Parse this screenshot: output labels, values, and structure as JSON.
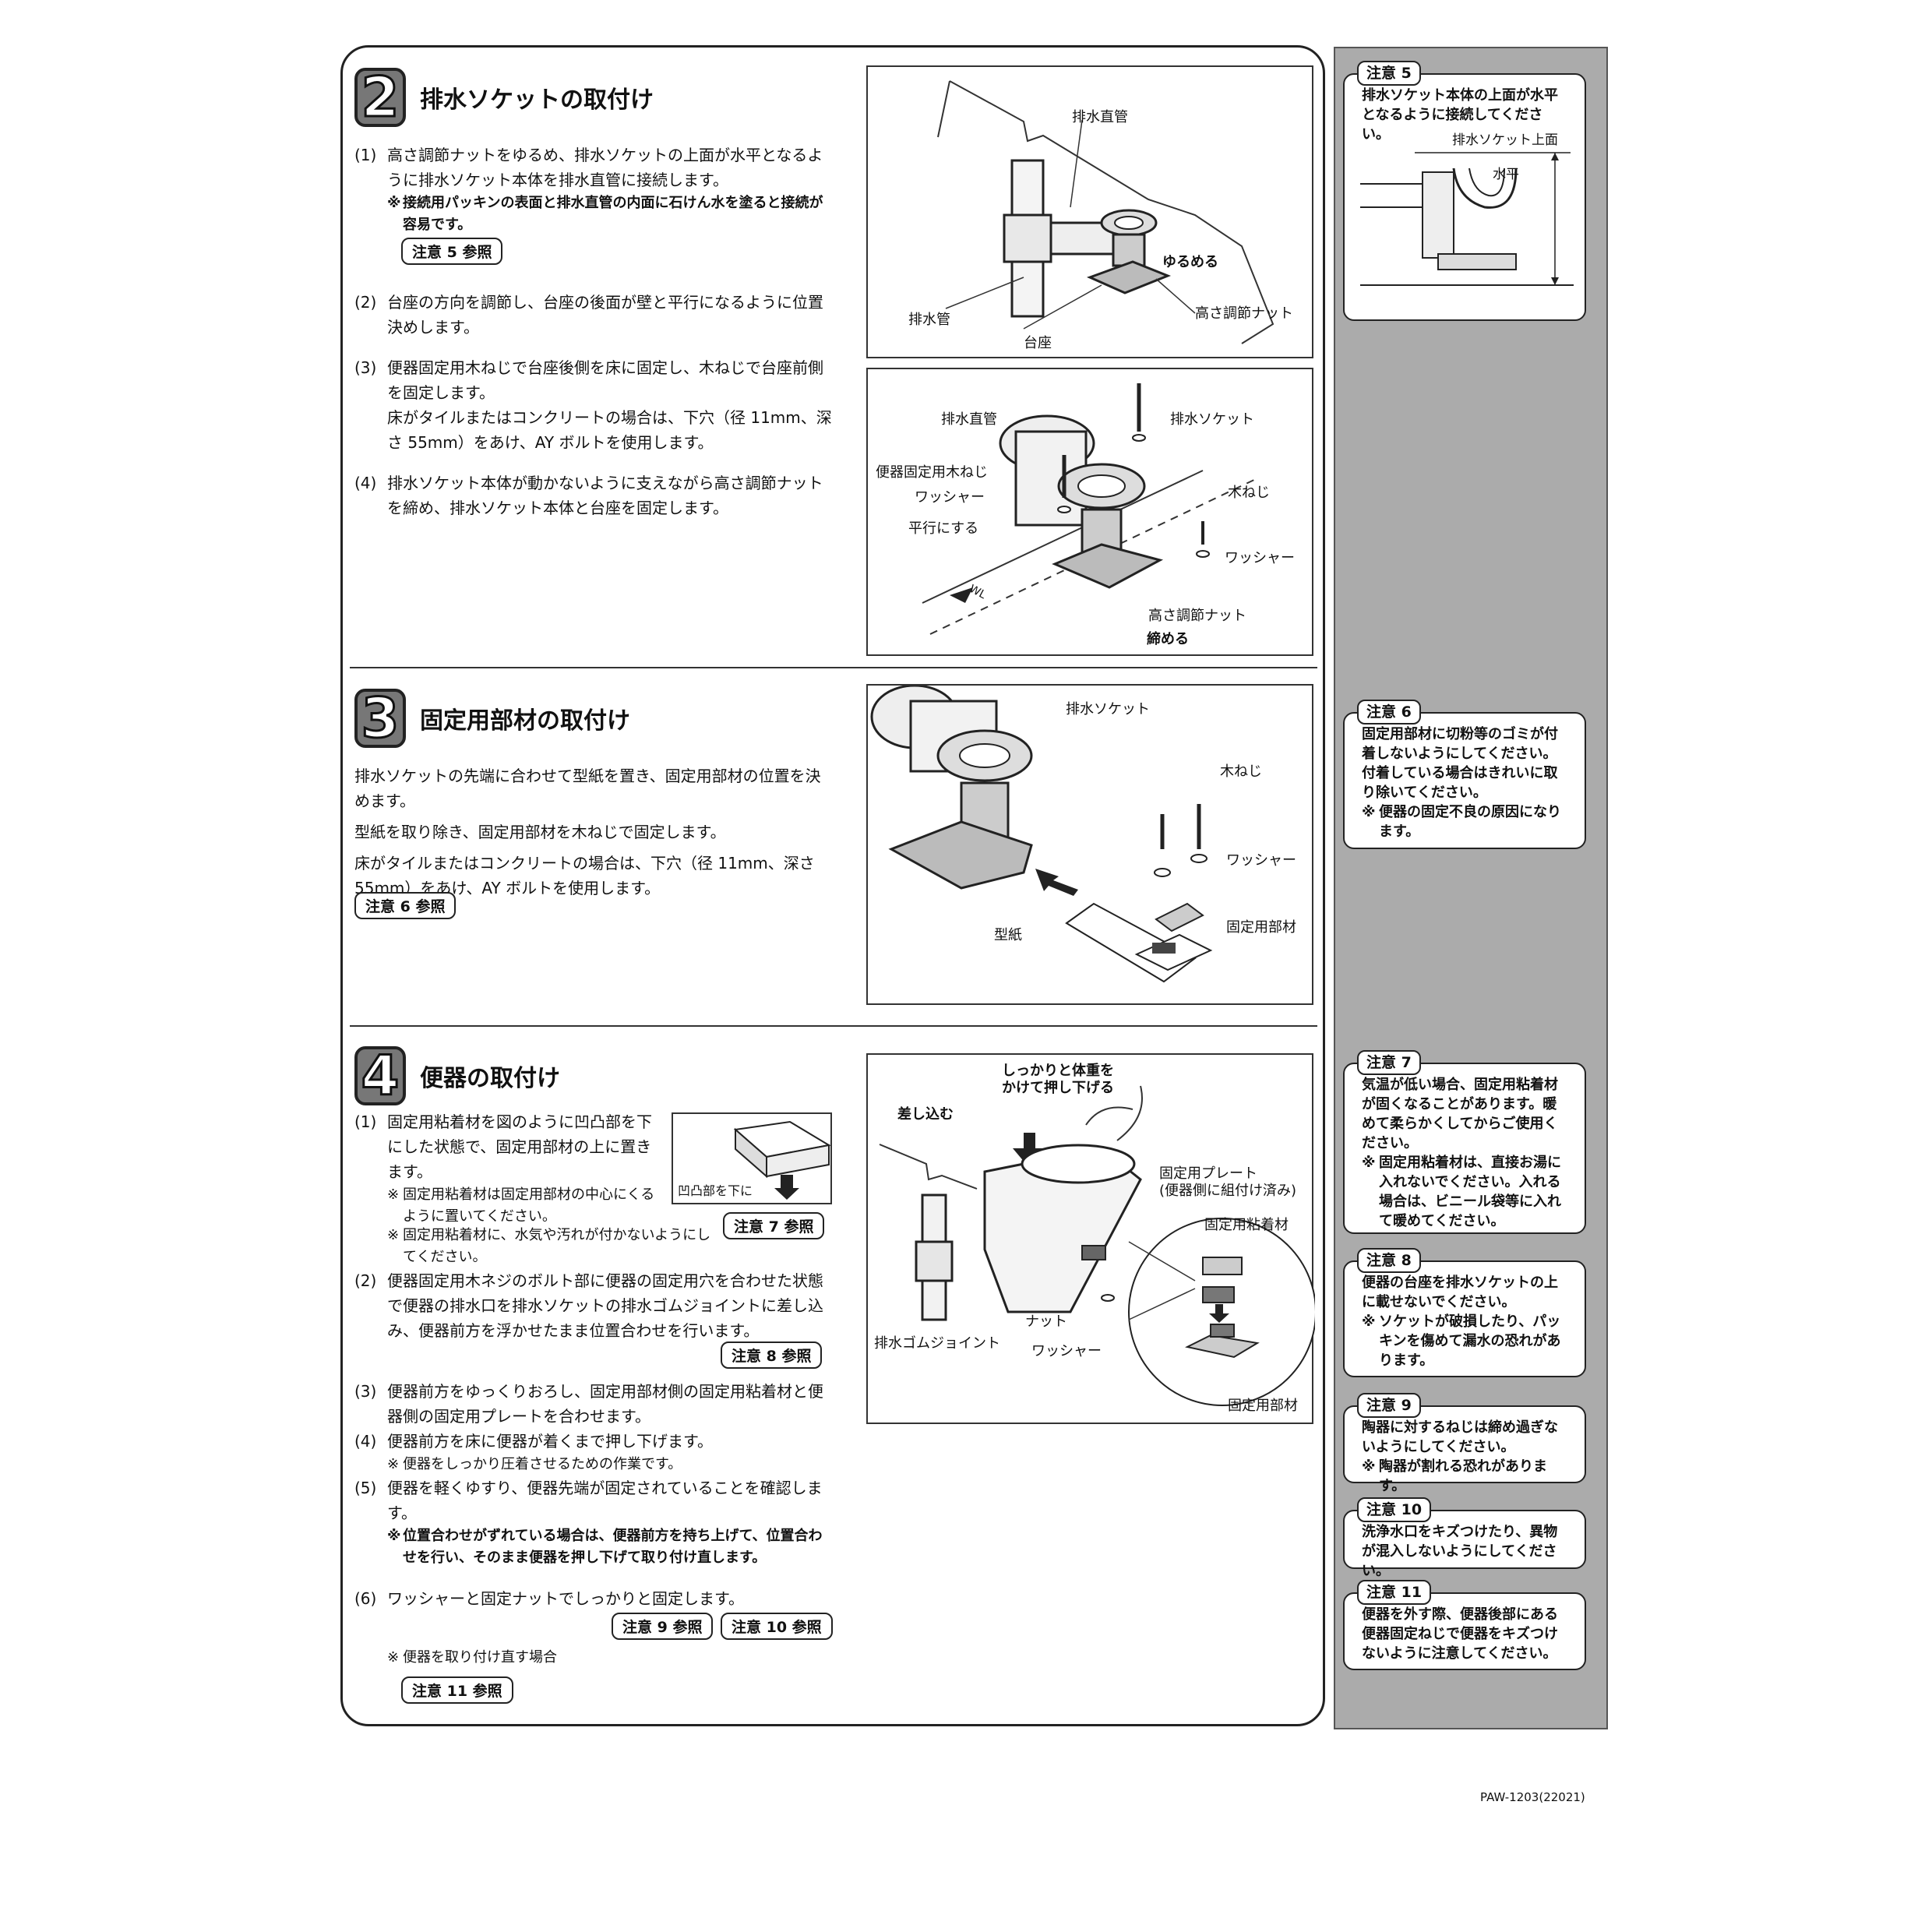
{
  "step2": {
    "num": "2",
    "title": "排水ソケットの取付け",
    "items": [
      {
        "num": "(1)",
        "text": "高さ調節ナットをゆるめ、排水ソケットの上面が水平となるように排水ソケット本体を排水直管に接続します。"
      },
      {
        "num": "(2)",
        "text": "台座の方向を調節し、台座の後面が壁と平行になるように位置決めします。"
      },
      {
        "num": "(3)",
        "text": "便器固定用木ねじで台座後側を床に固定し、木ねじで台座前側を固定します。"
      },
      {
        "num": "(4)",
        "text": "排水ソケット本体が動かないように支えながら高さ調節ナットを締め、排水ソケット本体と台座を固定します。"
      }
    ],
    "note1_mark": "※",
    "note1": "接続用パッキンの表面と排水直管の内面に石けん水を塗ると接続が容易です。",
    "item3_extra": "床がタイルまたはコンクリートの場合は、下穴（径 11mm、深さ 55mm）をあけ、AY ボルトを使用します。",
    "ref": "注意 5 参照",
    "fig1": {
      "pipe_straight": "排水直管",
      "loosen": "ゆるめる",
      "drain_pipe": "排水管",
      "height_nut": "高さ調節ナット",
      "base": "台座"
    },
    "fig2": {
      "pipe_straight": "排水直管",
      "socket": "排水ソケット",
      "screw_toilet": "便器固定用木ねじ",
      "wood_screw": "木ねじ",
      "washer_left": "ワッシャー",
      "washer_right": "ワッシャー",
      "parallel": "平行にする",
      "wl": "WL",
      "height_nut": "高さ調節ナット",
      "tighten": "締める"
    }
  },
  "step3": {
    "num": "3",
    "title": "固定用部材の取付け",
    "paragraphs": [
      "排水ソケットの先端に合わせて型紙を置き、固定用部材の位置を決めます。",
      "型紙を取り除き、固定用部材を木ねじで固定します。",
      "床がタイルまたはコンクリートの場合は、下穴（径 11mm、深さ 55mm）をあけ、AY ボルトを使用します。"
    ],
    "ref": "注意 6 参照",
    "fig": {
      "socket": "排水ソケット",
      "wood_screw": "木ねじ",
      "washer": "ワッシャー",
      "fixing": "固定用部材",
      "template": "型紙"
    }
  },
  "step4": {
    "num": "4",
    "title": "便器の取付け",
    "item1": "固定用粘着材を図のように凹凸部を下にした状態で、固定用部材の上に置きます。",
    "item1_notes": [
      {
        "mark": "※",
        "text": "固定用粘着材は固定用部材の中心にくるように置いてください。"
      },
      {
        "mark": "※",
        "text": "固定用粘着材に、水気や汚れが付かないようにしてください。"
      }
    ],
    "inset_label": "凹凸部を下に",
    "item2": "便器固定用木ネジのボルト部に便器の固定用穴を合わせた状態で便器の排水口を排水ソケットの排水ゴムジョイントに差し込み、便器前方を浮かせたまま位置合わせを行います。",
    "item3": "便器前方をゆっくりおろし、固定用部材側の固定用粘着材と便器側の固定用プレートを合わせます。",
    "item4": "便器前方を床に便器が着くまで押し下げます。",
    "item4_note": {
      "mark": "※",
      "text": "便器をしっかり圧着させるための作業です。"
    },
    "item5": "便器を軽くゆすり、便器先端が固定されていることを確認します。",
    "item5_note": {
      "mark": "※",
      "text": "位置合わせがずれている場合は、便器前方を持ち上げて、位置合わせを行い、そのまま便器を押し下げて取り付け直します。"
    },
    "item6": "ワッシャーと固定ナットでしっかりと固定します。",
    "reinstall_note": {
      "mark": "※",
      "text": "便器を取り付け直す場合"
    },
    "nums": [
      "(1)",
      "(2)",
      "(3)",
      "(4)",
      "(5)",
      "(6)"
    ],
    "refs": {
      "r7": "注意 7 参照",
      "r8": "注意 8 参照",
      "r9": "注意 9 参照",
      "r10": "注意 10 参照",
      "r11": "注意 11 参照"
    },
    "fig": {
      "push": "しっかりと体重を\nかけて押し下げる",
      "insert": "差し込む",
      "plate": "固定用プレート\n(便器側に組付け済み)",
      "adhesive": "固定用粘着材",
      "nut": "ナット",
      "washer": "ワッシャー",
      "rubber_joint": "排水ゴムジョイント",
      "fixing": "固定用部材"
    }
  },
  "cautions": [
    {
      "tag": "注意 5",
      "text": "排水ソケット本体の上面が水平となるように接続してください。",
      "fig_top": "排水ソケット上面",
      "fig_level": "水平"
    },
    {
      "tag": "注意 6",
      "text": "固定用部材に切粉等のゴミが付着しないようにしてください。付着している場合はきれいに取り除いてください。",
      "note": {
        "mark": "※",
        "text": "便器の固定不良の原因になります。"
      }
    },
    {
      "tag": "注意 7",
      "text": "気温が低い場合、固定用粘着材が固くなることがあります。暖めて柔らかくしてからご使用ください。",
      "note": {
        "mark": "※",
        "text": "固定用粘着材は、直接お湯に入れないでください。入れる場合は、ビニール袋等に入れて暖めてください。"
      }
    },
    {
      "tag": "注意 8",
      "text": "便器の台座を排水ソケットの上に載せないでください。",
      "note": {
        "mark": "※",
        "text": "ソケットが破損したり、パッキンを傷めて漏水の恐れがあります。"
      }
    },
    {
      "tag": "注意 9",
      "text": "陶器に対するねじは締め過ぎないようにしてください。",
      "note": {
        "mark": "※",
        "text": "陶器が割れる恐れがあります。"
      }
    },
    {
      "tag": "注意 10",
      "text": "洗浄水口をキズつけたり、異物が混入しないようにしてください。"
    },
    {
      "tag": "注意 11",
      "text": "便器を外す際、便器後部にある便器固定ねじで便器をキズつけないように注意してください。"
    }
  ],
  "footer": "PAW-1203(22021)"
}
